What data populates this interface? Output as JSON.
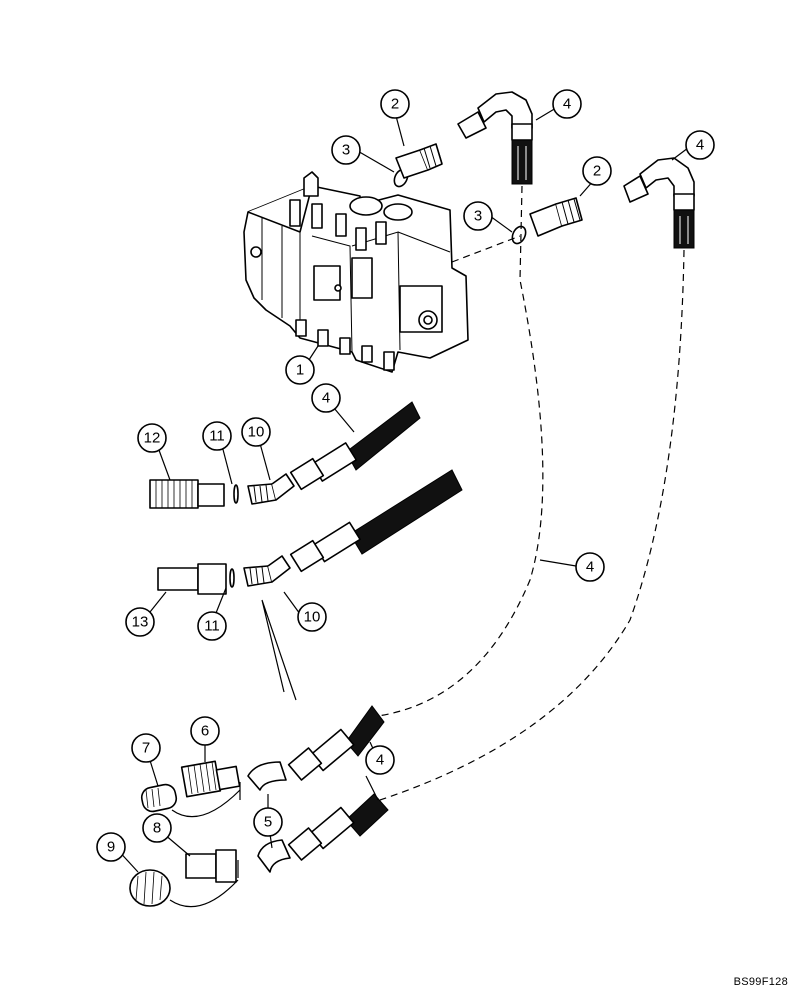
{
  "figure": {
    "reference_code": "BS99F128"
  },
  "callouts": [
    {
      "id": "c1",
      "label": "1"
    },
    {
      "id": "c2a",
      "label": "2"
    },
    {
      "id": "c2b",
      "label": "2"
    },
    {
      "id": "c3a",
      "label": "3"
    },
    {
      "id": "c3b",
      "label": "3"
    },
    {
      "id": "c4a",
      "label": "4"
    },
    {
      "id": "c4b",
      "label": "4"
    },
    {
      "id": "c4c",
      "label": "4"
    },
    {
      "id": "c4d",
      "label": "4"
    },
    {
      "id": "c4e",
      "label": "4"
    },
    {
      "id": "c5",
      "label": "5"
    },
    {
      "id": "c6",
      "label": "6"
    },
    {
      "id": "c7",
      "label": "7"
    },
    {
      "id": "c8",
      "label": "8"
    },
    {
      "id": "c9",
      "label": "9"
    },
    {
      "id": "c10a",
      "label": "10"
    },
    {
      "id": "c10b",
      "label": "10"
    },
    {
      "id": "c11a",
      "label": "11"
    },
    {
      "id": "c11b",
      "label": "11"
    },
    {
      "id": "c12",
      "label": "12"
    },
    {
      "id": "c13",
      "label": "13"
    }
  ]
}
